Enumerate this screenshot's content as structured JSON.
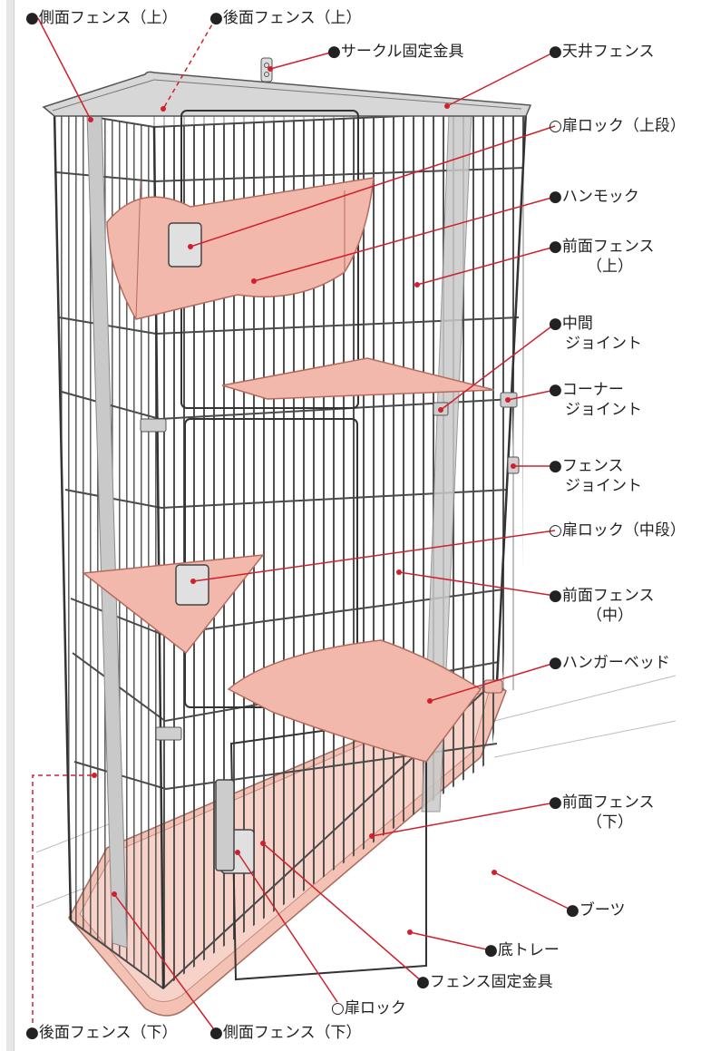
{
  "colors": {
    "leader": "#d0202e",
    "bullet": "#d0202e",
    "wire": "#4a4a4a",
    "accent_part": "#f2b8ab",
    "accent_stroke": "#b56a5d",
    "pillar": "#c9c9c9"
  },
  "labels": {
    "side_fence_upper": "●側面フェンス（上）",
    "back_fence_upper": "●後面フェンス（上）",
    "circle_fixing_bracket": "●サークル固定金具",
    "ceiling_fence": "●天井フェンス",
    "door_lock_upper": "○扉ロック（上段）",
    "hammock": "●ハンモック",
    "front_fence_upper_1": "●前面フェンス",
    "front_fence_upper_2": "（上）",
    "middle_joint_1": "●中間",
    "middle_joint_2": "ジョイント",
    "corner_joint_1": "●コーナー",
    "corner_joint_2": "ジョイント",
    "fence_joint_1": "●フェンス",
    "fence_joint_2": "ジョイント",
    "door_lock_middle": "○扉ロック（中段）",
    "front_fence_middle_1": "●前面フェンス",
    "front_fence_middle_2": "（中）",
    "hanger_bed": "●ハンガーベッド",
    "front_fence_lower_1": "●前面フェンス",
    "front_fence_lower_2": "（下）",
    "boots": "●ブーツ",
    "bottom_tray": "●底トレー",
    "fence_fixing_bracket": "●フェンス固定金具",
    "door_lock": "○扉ロック",
    "back_fence_lower": "●後面フェンス（下）",
    "side_fence_lower": "●側面フェンス（下）"
  }
}
